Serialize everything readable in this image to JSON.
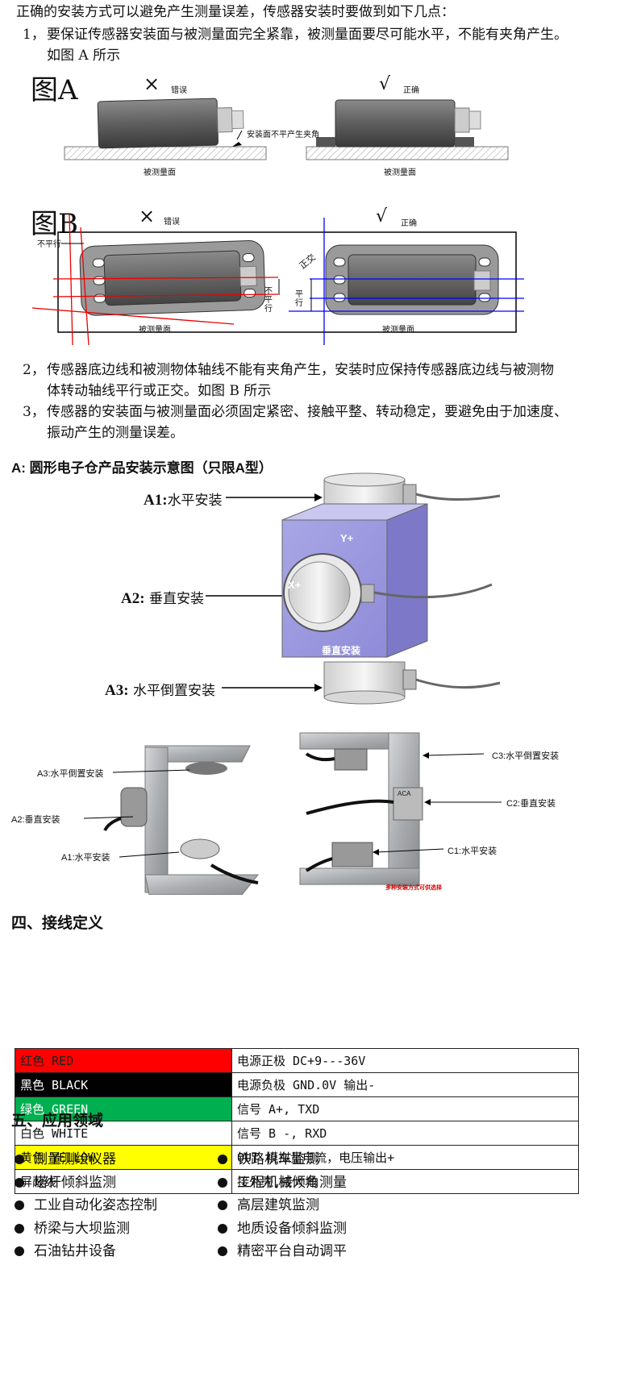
{
  "intro": "正确的安装方式可以避免产生测量误差，传感器安装时要做到如下几点：",
  "points": [
    {
      "num": "1，",
      "line1": "要保证传感器安装面与被测量面完全紧靠，被测量面要尽可能水平，不能有夹角产生。",
      "line2": "如图 A 所示"
    },
    {
      "num": "2，",
      "line1": "传感器底边线和被测物体轴线不能有夹角产生，安装时应保持传感器底边线与被测物",
      "line2": "体转动轴线平行或正交。如图 B 所示"
    },
    {
      "num": "3，",
      "line1": "传感器的安装面与被测量面必须固定紧密、接触平整、转动稳定，要避免由于加速度、",
      "line2": "振动产生的测量误差。"
    }
  ],
  "figA": {
    "label": "图A",
    "wrong_mark": "×",
    "wrong": "错误",
    "right_mark": "√",
    "right": "正确",
    "note": "安装面不平产生夹角",
    "surface_left": "被测量面",
    "surface_right": "被测量面"
  },
  "figB": {
    "label": "图B",
    "wrong_mark": "×",
    "wrong": "错误",
    "right_mark": "√",
    "right": "正确",
    "not_parallel_top": "不平行",
    "not_parallel_side": "不平行",
    "orthogonal": "正交",
    "parallel": "平行",
    "surface_left": "被测量面",
    "surface_right": "被测量面"
  },
  "sectionA": {
    "title": "A:  圆形电子仓产品安装示意图（只限A型）",
    "a1_key": "A1:",
    "a1_text": "水平安装",
    "a2_key": "A2:",
    "a2_text": " 垂直安装",
    "a3_key": "A3:",
    "a3_text": " 水平倒置安装",
    "cube_top": "Y+",
    "cube_side": "X+",
    "cube_bottom": "垂直安装"
  },
  "bracket_left": {
    "a3": "A3:水平倒置安装",
    "a2": "A2:垂直安装",
    "a1": "A1:水平安装"
  },
  "bracket_right": {
    "c3": "C3:水平倒置安装",
    "c2": "C2:垂直安装",
    "c1": "C1:水平安装",
    "note": "多种安装方式可供选择",
    "label_box": "ACA"
  },
  "wiring": {
    "heading": "四、接线定义",
    "rows": [
      {
        "color_name": "红色 RED",
        "definition": "电源正极 DC+9---36V",
        "bg": "#ff0000",
        "fg": "#222222"
      },
      {
        "color_name": "黑色 BLACK",
        "definition": "电源负极 GND.0V 输出-",
        "bg": "#000000",
        "fg": "#ffffff"
      },
      {
        "color_name": "绿色 GREEN",
        "definition": "信号 A+, TXD",
        "bg": "#00b050",
        "fg": "#ffffff"
      },
      {
        "color_name": "白色 WHITE",
        "definition": "信号 B -, RXD",
        "bg": "#ffffff",
        "fg": "#111111"
      },
      {
        "color_name": "黄色 YELLOW",
        "definition": "OUT 模拟量电流，电压输出+",
        "bg": "#ffff00",
        "fg": "#111111"
      },
      {
        "color_name": "屏蔽线",
        "definition": "接外壳,接大地",
        "bg": "#ffffff",
        "fg": "#111111"
      }
    ]
  },
  "applications": {
    "heading": "五、应用领域",
    "left": [
      "测量测绘仪器",
      "塔杆倾斜监测",
      "工业自动化姿态控制",
      "桥梁与大坝监测",
      "石油钻井设备"
    ],
    "right": [
      "铁路机车监测",
      "工程机械倾角测量",
      "高层建筑监测",
      "地质设备倾斜监测",
      "精密平台自动调平"
    ]
  }
}
